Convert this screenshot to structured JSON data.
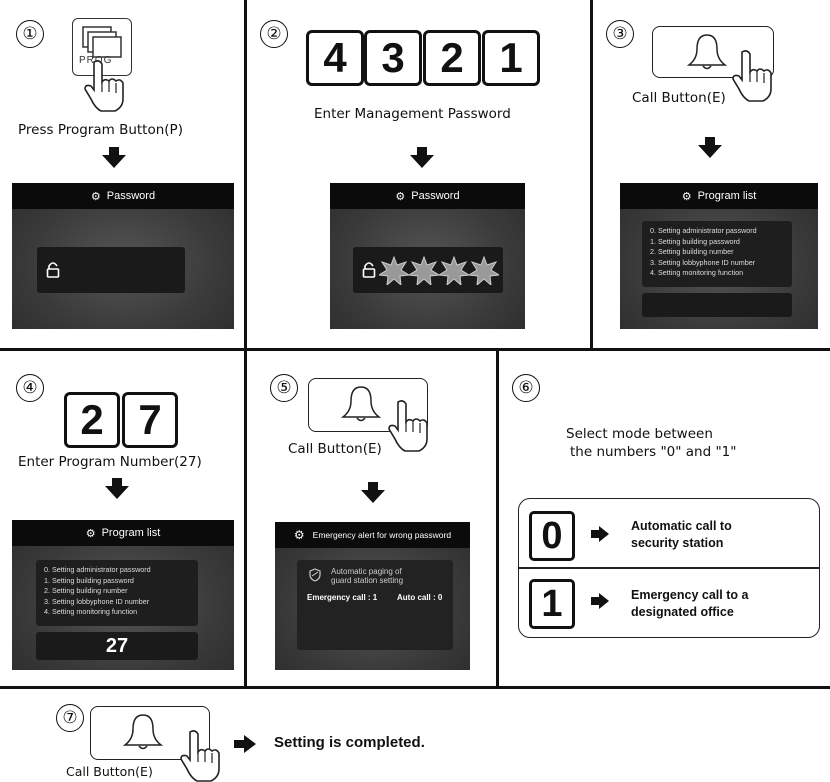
{
  "steps": {
    "s1": {
      "num": "①",
      "key_label": "PROG",
      "caption": "Press Program Button(P)",
      "screen_title": "Password"
    },
    "s2": {
      "num": "②",
      "keys": [
        "4",
        "3",
        "2",
        "1"
      ],
      "caption": "Enter Management Password",
      "screen_title": "Password"
    },
    "s3": {
      "num": "③",
      "caption": "Call Button(E)",
      "screen_title": "Program list",
      "menu": [
        "0. Setting administrator password",
        "1. Setting building password",
        "2. Setting building number",
        "3. Setting lobbyphone ID number",
        "4. Setting monitoring function"
      ]
    },
    "s4": {
      "num": "④",
      "keys": [
        "2",
        "7"
      ],
      "caption": "Enter Program Number(27)",
      "screen_title": "Program list",
      "menu": [
        "0. Setting administrator password",
        "1. Setting building password",
        "2. Setting building number",
        "3. Setting lobbyphone ID number",
        "4. Setting monitoring function"
      ],
      "entry": "27"
    },
    "s5": {
      "num": "⑤",
      "caption": "Call Button(E)",
      "screen_title": "Emergency alert for wrong password",
      "option_line1": "Automatic paging of",
      "option_line2": "guard station setting",
      "status_left": "Emergency call : 1",
      "status_right": "Auto call : 0"
    },
    "s6": {
      "num": "⑥",
      "caption_line1": "Select mode between",
      "caption_line2": "the numbers \"0\" and \"1\"",
      "modes": [
        {
          "digit": "0",
          "line1": "Automatic call to",
          "line2": "security station"
        },
        {
          "digit": "1",
          "line1": "Emergency call to a",
          "line2": "designated office"
        }
      ]
    },
    "s7": {
      "num": "⑦",
      "caption": "Call Button(E)",
      "result": "Setting is completed."
    }
  }
}
